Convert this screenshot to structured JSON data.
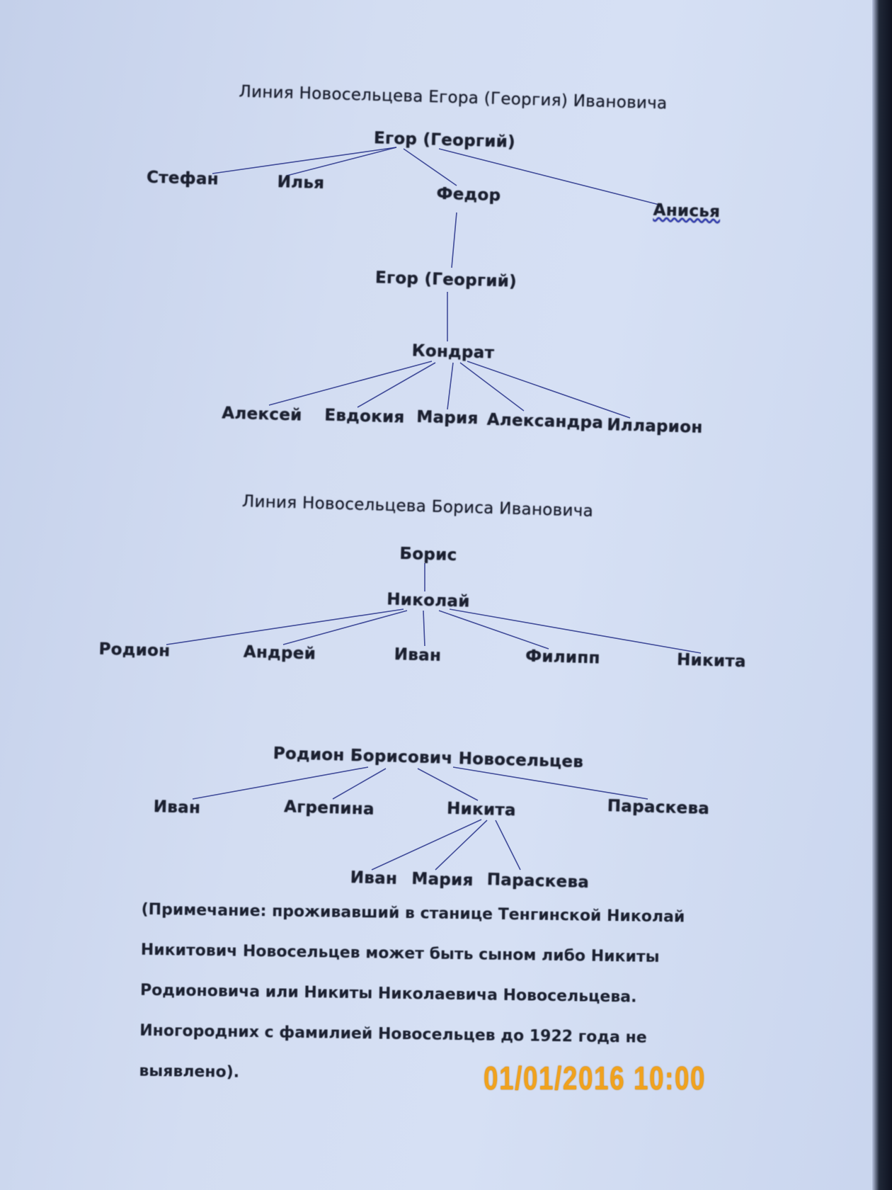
{
  "section1": {
    "title": "Линия Новосельцева Егора (Георгия) Ивановича",
    "root": "Егор (Георгий)",
    "children": [
      "Стефан",
      "Илья",
      "Федор",
      "Анисья"
    ],
    "grandson": "Егор (Георгий)",
    "great_grandson": "Кондрат",
    "kondrat_children": [
      "Алексей",
      "Евдокия",
      "Мария",
      "Александра",
      "Илларион"
    ]
  },
  "section2": {
    "title": "Линия Новосельцева Бориса Ивановича",
    "root": "Борис",
    "son": "Николай",
    "nikolai_children": [
      "Родион",
      "Андрей",
      "Иван",
      "Филипп",
      "Никита"
    ]
  },
  "section3": {
    "root": "Родион Борисович Новосельцев",
    "children": [
      "Иван",
      "Агрепина",
      "Никита",
      "Параскева"
    ],
    "nikita_children": [
      "Иван",
      "Мария",
      "Параскева"
    ]
  },
  "note": {
    "lines": [
      "(Примечание: проживавший в станице Тенгинской Николай",
      "Никитович Новосельцев может быть сыном либо Никиты",
      "Родионовича или Никиты Николаевича Новосельцева.",
      "Иногородних с фамилией Новосельцев до 1922 года не",
      "выявлено)."
    ]
  },
  "photo_timestamp": "01/01/2016 10:00"
}
